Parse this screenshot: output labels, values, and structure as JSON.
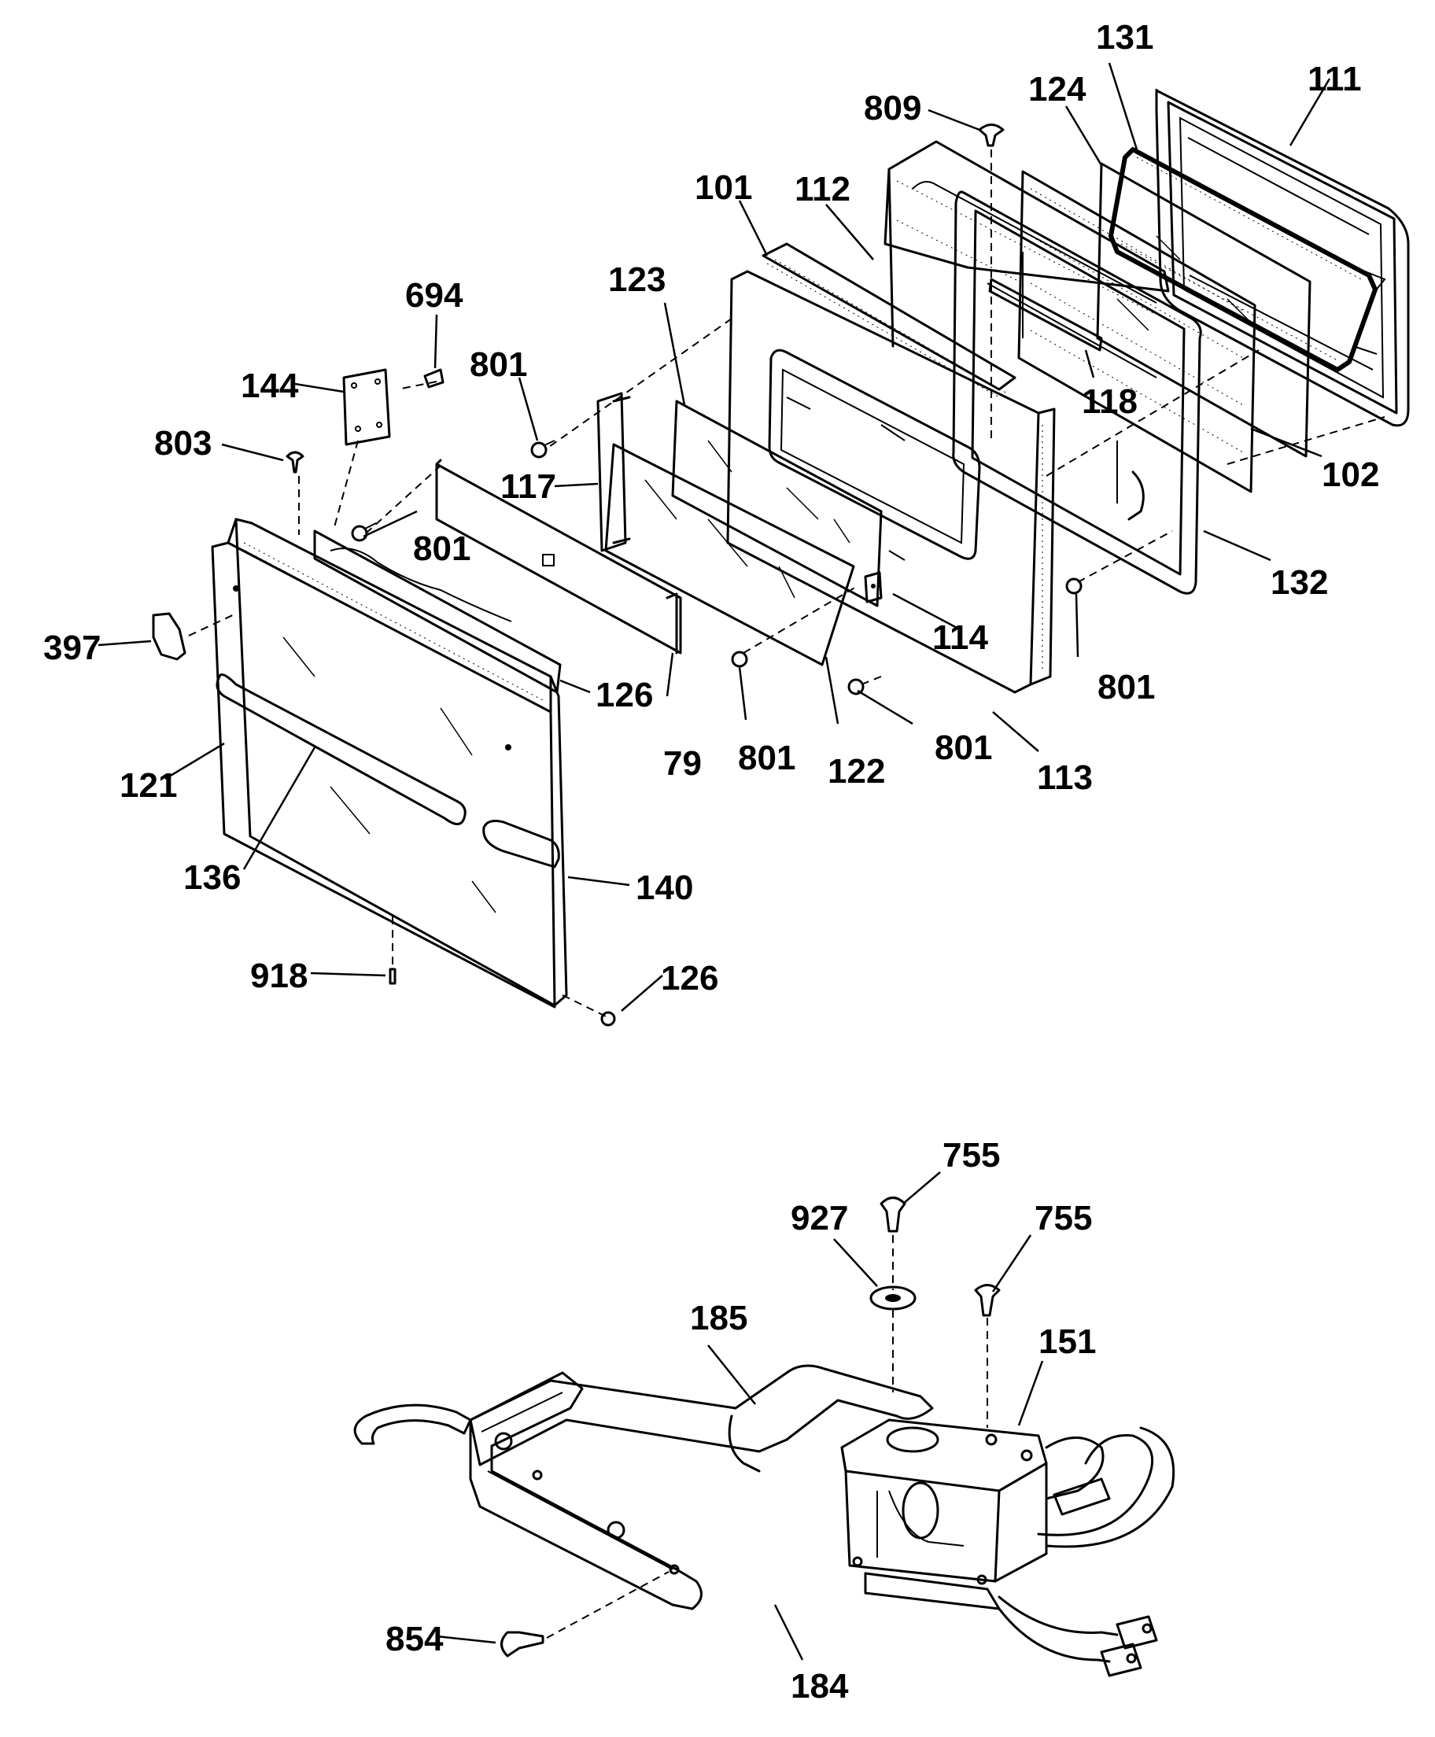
{
  "diagram": {
    "upper_assembly": {
      "callouts": [
        {
          "id": "c131",
          "text": "131"
        },
        {
          "id": "c111",
          "text": "111"
        },
        {
          "id": "c809",
          "text": "809"
        },
        {
          "id": "c124",
          "text": "124"
        },
        {
          "id": "c101",
          "text": "101"
        },
        {
          "id": "c112",
          "text": "112"
        },
        {
          "id": "c123",
          "text": "123"
        },
        {
          "id": "c694",
          "text": "694"
        },
        {
          "id": "c144",
          "text": "144"
        },
        {
          "id": "c801a",
          "text": "801"
        },
        {
          "id": "c118",
          "text": "118"
        },
        {
          "id": "c803",
          "text": "803"
        },
        {
          "id": "c117",
          "text": "117"
        },
        {
          "id": "c102",
          "text": "102"
        },
        {
          "id": "c801b",
          "text": "801"
        },
        {
          "id": "c132",
          "text": "132"
        },
        {
          "id": "c397",
          "text": "397"
        },
        {
          "id": "c114",
          "text": "114"
        },
        {
          "id": "c801c",
          "text": "801"
        },
        {
          "id": "c126a",
          "text": "126"
        },
        {
          "id": "c79",
          "text": "79"
        },
        {
          "id": "c801d",
          "text": "801"
        },
        {
          "id": "c122",
          "text": "122"
        },
        {
          "id": "c801e",
          "text": "801"
        },
        {
          "id": "c121",
          "text": "121"
        },
        {
          "id": "c113",
          "text": "113"
        },
        {
          "id": "c136",
          "text": "136"
        },
        {
          "id": "c140",
          "text": "140"
        },
        {
          "id": "c918",
          "text": "918"
        },
        {
          "id": "c126b",
          "text": "126"
        }
      ]
    },
    "lower_assembly": {
      "callouts": [
        {
          "id": "c755a",
          "text": "755"
        },
        {
          "id": "c927",
          "text": "927"
        },
        {
          "id": "c755b",
          "text": "755"
        },
        {
          "id": "c185",
          "text": "185"
        },
        {
          "id": "c151",
          "text": "151"
        },
        {
          "id": "c854",
          "text": "854"
        },
        {
          "id": "c184",
          "text": "184"
        }
      ]
    }
  }
}
